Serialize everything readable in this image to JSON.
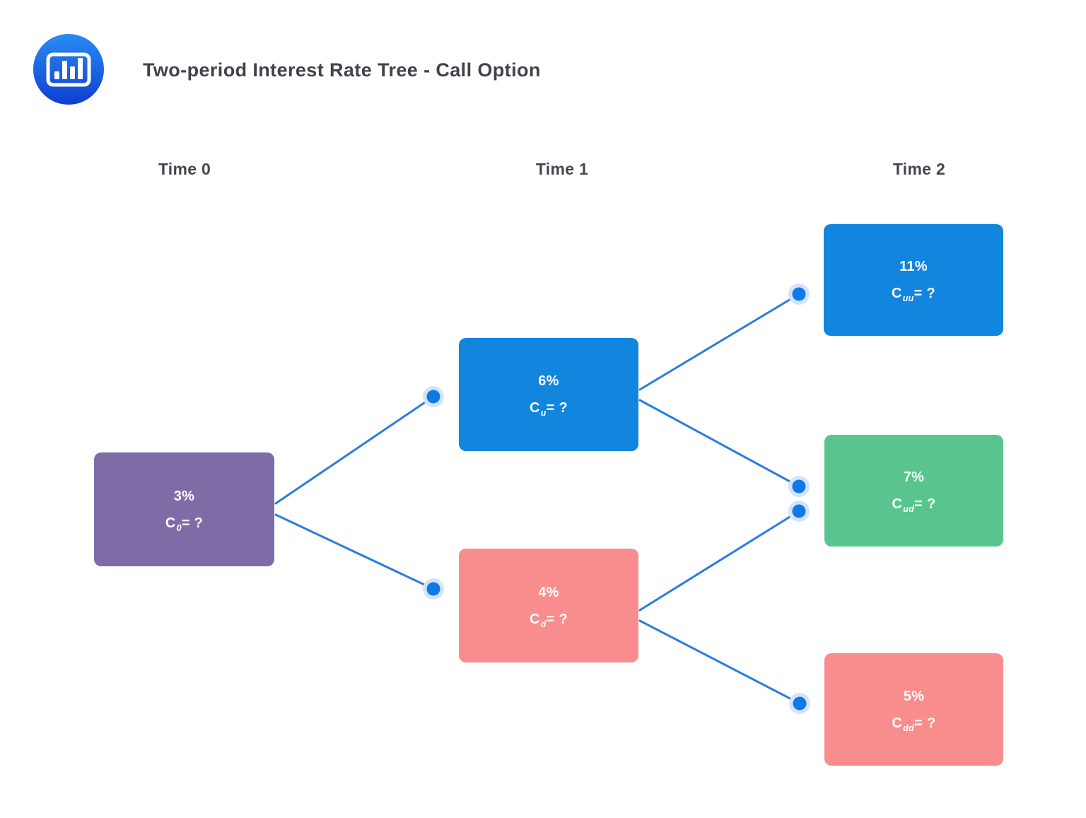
{
  "header": {
    "title": "Two-period Interest Rate Tree - Call Option",
    "logo_icon": "bar-chart-logo-icon"
  },
  "columns": [
    {
      "id": "time-0",
      "label": "Time 0"
    },
    {
      "id": "time-1",
      "label": "Time 1"
    },
    {
      "id": "time-2",
      "label": "Time 2"
    }
  ],
  "nodes": [
    {
      "id": "root",
      "column": "Time 0",
      "rate": "3%",
      "symbol": "C",
      "subscript": "0",
      "suffix": "= ?",
      "color": "#7e6ca7"
    },
    {
      "id": "up",
      "column": "Time 1",
      "rate": "6%",
      "symbol": "C",
      "subscript": "u",
      "suffix": "= ?",
      "color": "#1285de"
    },
    {
      "id": "down",
      "column": "Time 1",
      "rate": "4%",
      "symbol": "C",
      "subscript": "d",
      "suffix": "= ?",
      "color": "#f98d8d"
    },
    {
      "id": "up-up",
      "column": "Time 2",
      "rate": "11%",
      "symbol": "C",
      "subscript": "uu",
      "suffix": "= ?",
      "color": "#1285de"
    },
    {
      "id": "up-down",
      "column": "Time 2",
      "rate": "7%",
      "symbol": "C",
      "subscript": "ud",
      "suffix": "= ?",
      "color": "#5ac48e"
    },
    {
      "id": "down-down",
      "column": "Time 2",
      "rate": "5%",
      "symbol": "C",
      "subscript": "dd",
      "suffix": "= ?",
      "color": "#f98d8d"
    }
  ],
  "connectors": {
    "line_color": "#2a7de1",
    "dot_color": "#0f79e8",
    "dot_halo_color": "#d3e4f9"
  },
  "logo_colors": {
    "gradient_top": "#2a8cf4",
    "gradient_bottom": "#0e3ed0",
    "glyph": "#ffffff"
  }
}
